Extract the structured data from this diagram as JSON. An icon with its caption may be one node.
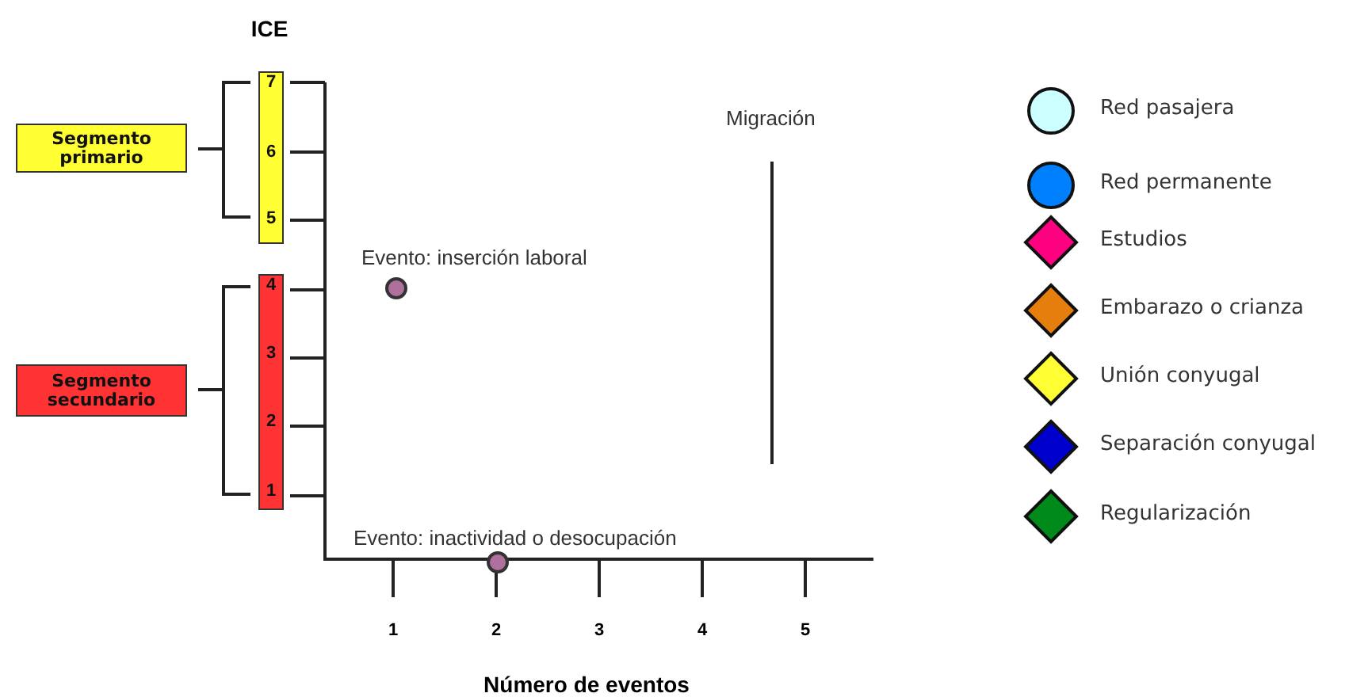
{
  "diagram": {
    "nodes": [
      {
        "text": [
          "Segmento primario"
        ]
      },
      {
        "text": [
          "Segmento secundario"
        ]
      },
      {
        "text": [
          "7",
          "6",
          "5"
        ]
      },
      {
        "text": [
          "4",
          "3",
          "2",
          "1"
        ]
      },
      {
        "text": [],
        "shape": "circle",
        "beside": [
          "Evento: inserción laboral"
        ]
      },
      {
        "text": [],
        "shape": "circle",
        "beside": [
          "Evento: inactividad o desocupación"
        ]
      }
    ],
    "labels": [
      "ICE",
      "Migración",
      "1",
      "2",
      "3",
      "4",
      "5",
      "Número de eventos"
    ],
    "legend": [
      {
        "text": "Red pasajera",
        "color": "#ccffff"
      },
      {
        "text": "Red permanente",
        "color": "#0080ff"
      },
      {
        "text": "Estudios",
        "color": "#ff0080"
      },
      {
        "text": "Embarazo o crianza",
        "color": "#e67e0e"
      },
      {
        "text": "Unión conyugal",
        "color": "#ffff33"
      },
      {
        "text": "Separación conyugal",
        "color": "#0000cc"
      },
      {
        "text": "Regularización",
        "color": "#008a1a"
      }
    ]
  }
}
